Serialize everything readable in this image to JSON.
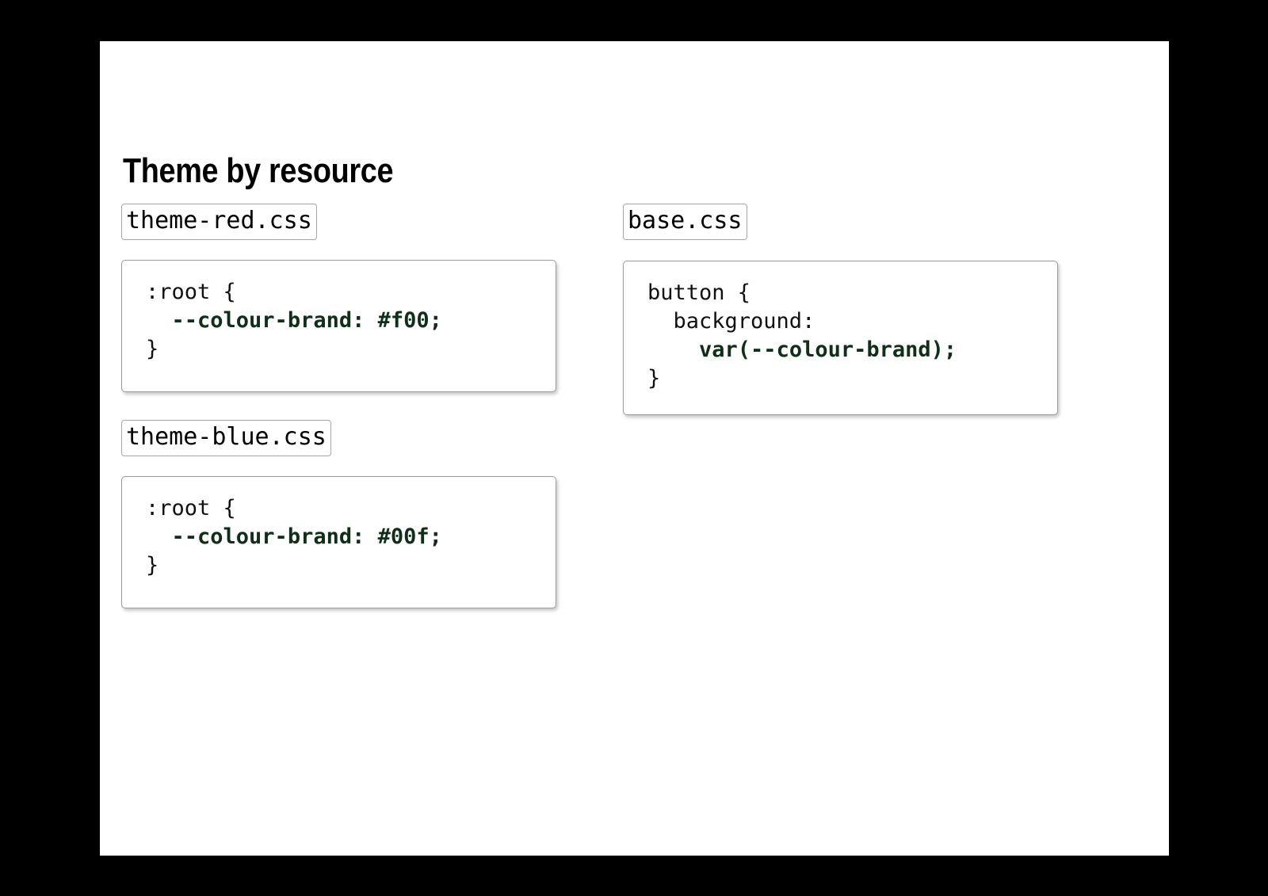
{
  "slide": {
    "title": "Theme by resource",
    "background_color": "#ffffff",
    "letterbox_color": "#000000",
    "accent_color": "#0f2f18",
    "border_color": "#9d9d9d"
  },
  "columns": {
    "left": {
      "groups": [
        {
          "filename": "theme-red.css",
          "code_lines": [
            [
              {
                "text": ":root {",
                "style": "plain"
              }
            ],
            [
              {
                "text": "  ",
                "style": "plain"
              },
              {
                "text": "--colour-brand: #f00;",
                "style": "accent"
              }
            ],
            [
              {
                "text": "}",
                "style": "plain"
              }
            ]
          ]
        },
        {
          "filename": "theme-blue.css",
          "code_lines": [
            [
              {
                "text": ":root {",
                "style": "plain"
              }
            ],
            [
              {
                "text": "  ",
                "style": "plain"
              },
              {
                "text": "--colour-brand: #00f;",
                "style": "accent"
              }
            ],
            [
              {
                "text": "}",
                "style": "plain"
              }
            ]
          ]
        }
      ]
    },
    "right": {
      "groups": [
        {
          "filename": "base.css",
          "code_lines": [
            [
              {
                "text": "button {",
                "style": "plain"
              }
            ],
            [
              {
                "text": "  background:",
                "style": "plain"
              }
            ],
            [
              {
                "text": "    ",
                "style": "plain"
              },
              {
                "text": "var(--colour-brand);",
                "style": "accent"
              }
            ],
            [
              {
                "text": "}",
                "style": "plain"
              }
            ]
          ]
        }
      ]
    }
  }
}
